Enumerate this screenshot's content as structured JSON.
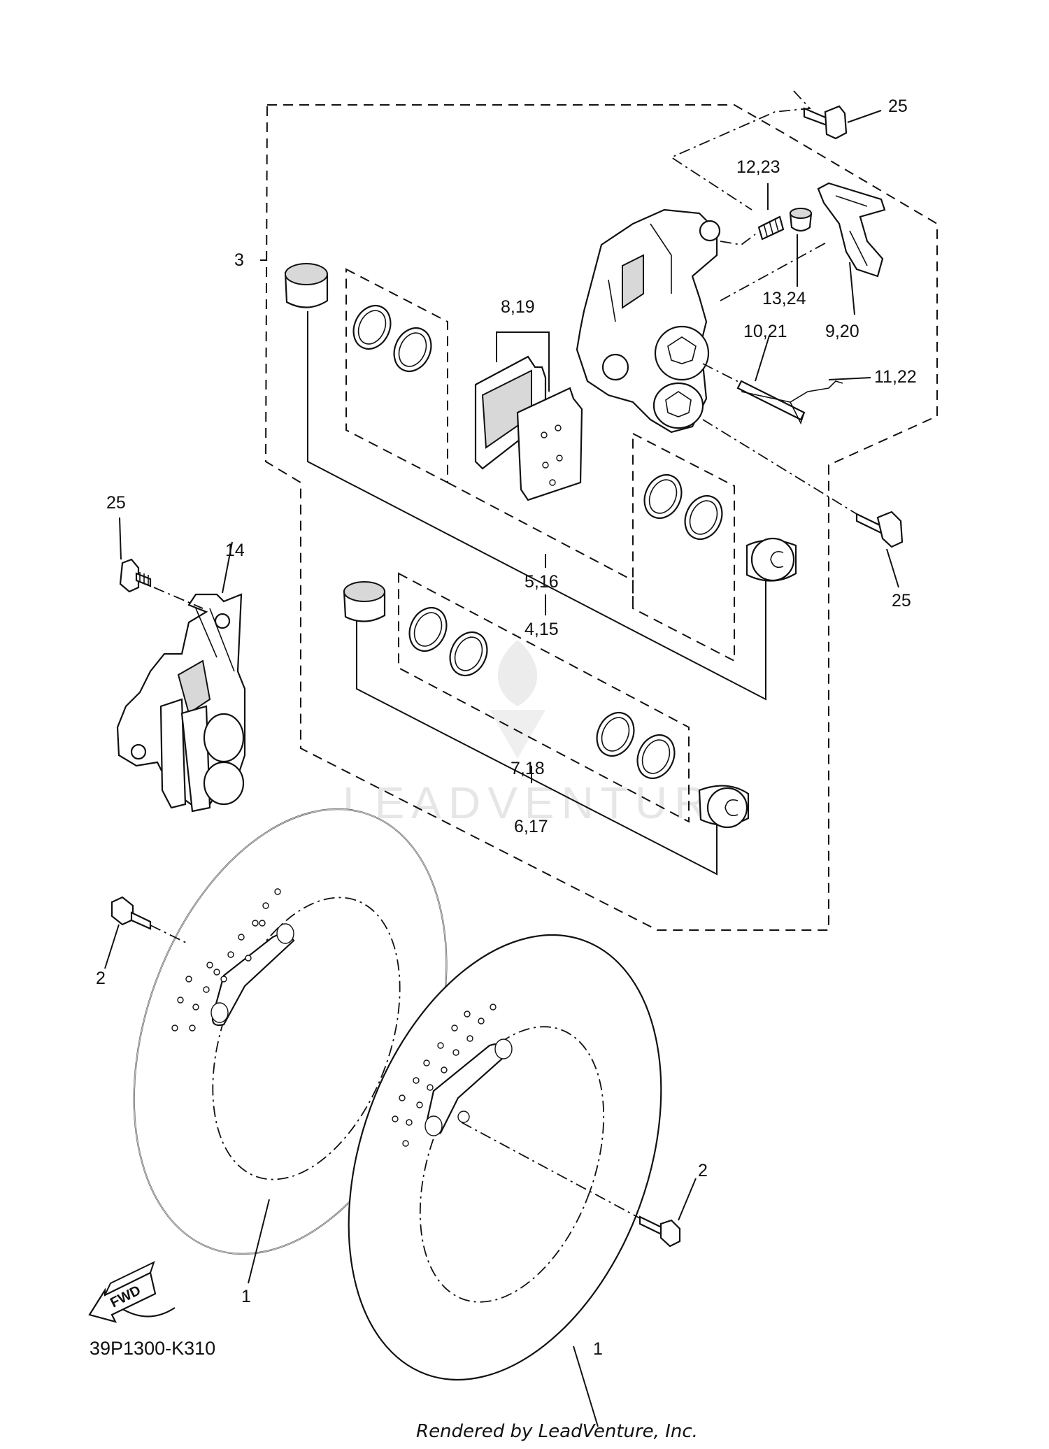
{
  "diagram": {
    "code": "39P1300-K310",
    "footer": "Rendered by LeadVenture, Inc.",
    "watermark": "LEADVENTURE",
    "fwd_label": "FWD",
    "labels": {
      "l25a": "25",
      "l1223": "12,23",
      "l3": "3",
      "l819": "8,19",
      "l1324": "13,24",
      "l920": "9,20",
      "l1021": "10,21",
      "l1122": "11,22",
      "l25b": "25",
      "l14": "14",
      "l25c": "25",
      "l516": "5,16",
      "l415": "4,15",
      "l718": "7,18",
      "l617": "6,17",
      "l2a": "2",
      "l2b": "2",
      "l1a": "1",
      "l1b": "1"
    }
  }
}
